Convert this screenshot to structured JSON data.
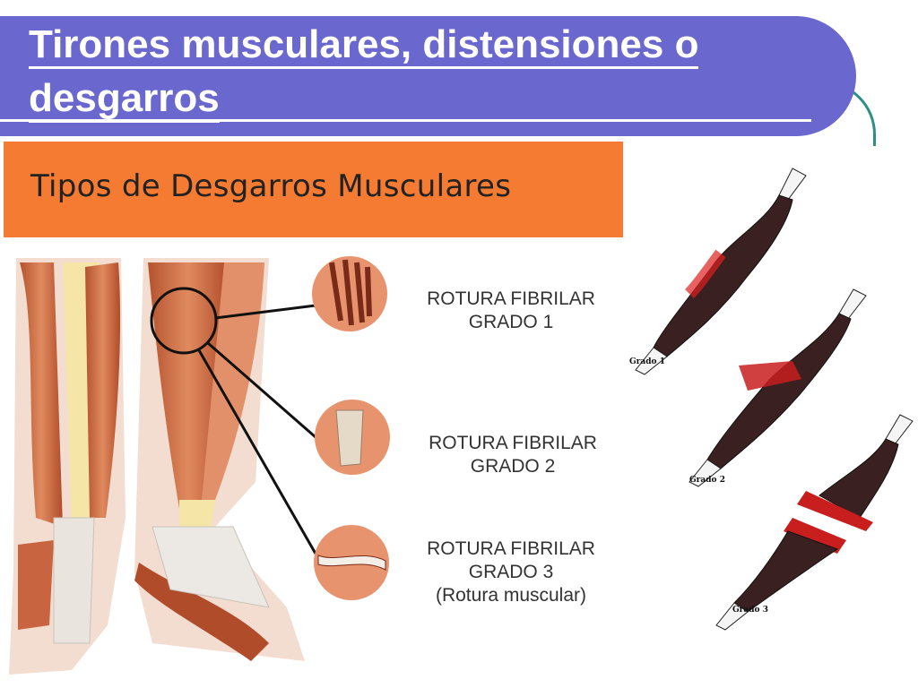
{
  "slide": {
    "title": "Tirones musculares, distensiones o desgarros"
  },
  "figure": {
    "banner_title": "Tipos de Desgarros Musculares",
    "grades": [
      {
        "line1": "ROTURA FIBRILAR",
        "line2": "GRADO 1",
        "line3": ""
      },
      {
        "line1": "ROTURA FIBRILAR",
        "line2": "GRADO 2",
        "line3": ""
      },
      {
        "line1": "ROTURA FIBRILAR",
        "line2": "GRADO 3",
        "line3": "(Rotura muscular)"
      }
    ],
    "muscle_labels": [
      "Grado 1",
      "Grado 2",
      "Grado 3"
    ]
  },
  "colors": {
    "title_bar": "#6a67cf",
    "banner": "#f47b31",
    "muscle": "#c8643f",
    "tear_red": "#d41f1f"
  }
}
